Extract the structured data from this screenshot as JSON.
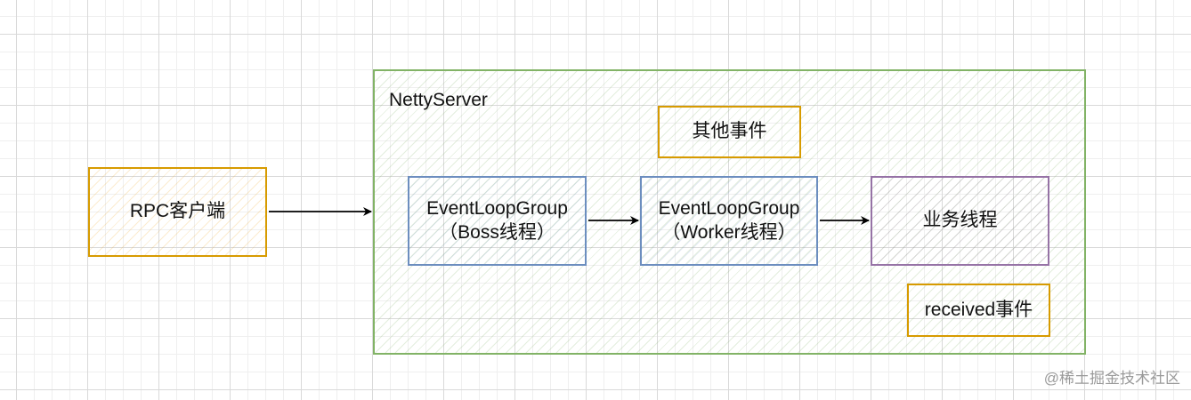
{
  "diagram": {
    "server": {
      "title": "NettyServer"
    },
    "rpc_client": {
      "label": "RPC客户端"
    },
    "other_events": {
      "label": "其他事件"
    },
    "boss": {
      "line1": "EventLoopGroup",
      "line2": "（Boss线程）"
    },
    "worker": {
      "line1": "EventLoopGroup",
      "line2": "（Worker线程）"
    },
    "business": {
      "label": "业务线程"
    },
    "received_events": {
      "label": "received事件"
    }
  },
  "watermark": "@稀土掘金技术社区",
  "colors": {
    "server_border": "#82b366",
    "event_border": "#d79b00",
    "thread_border": "#6c8ebf",
    "business_border": "#9673a6"
  }
}
